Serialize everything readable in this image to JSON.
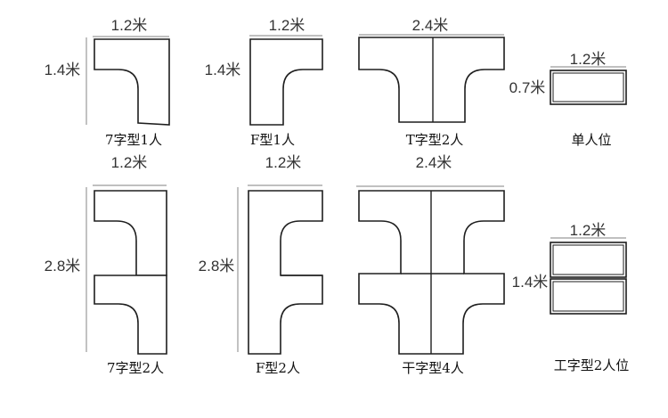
{
  "layouts": {
    "l7_1": {
      "label": "7字型1人",
      "width": "1.2米",
      "depth": "1.4米"
    },
    "f_1": {
      "label": "F型1人",
      "width": "1.2米",
      "depth": "1.4米"
    },
    "t_2": {
      "label": "T字型2人",
      "width": "2.4米"
    },
    "single": {
      "label": "单人位",
      "width": "1.2米",
      "depth": "0.7米"
    },
    "l7_2": {
      "label": "7字型2人",
      "width": "1.2米",
      "depth": "2.8米"
    },
    "f_2": {
      "label": "F型2人",
      "width": "1.2米",
      "depth": "2.8米"
    },
    "gan_4": {
      "label": "干字型4人",
      "width": "2.4米"
    },
    "gong_2": {
      "label": "工字型2人位",
      "width": "1.2米",
      "depth": "1.4米"
    }
  },
  "colors": {
    "outline": "#1e1e1e",
    "dimension_line": "#9a9a9a",
    "text": "#333333"
  }
}
